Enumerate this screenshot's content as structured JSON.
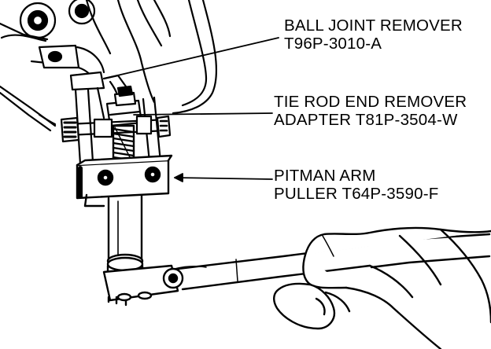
{
  "callouts": [
    {
      "line1": "BALL JOINT REMOVER",
      "line2": "T96P-3010-A"
    },
    {
      "line1": "TIE ROD END REMOVER",
      "line2": "ADAPTER T81P-3504-W"
    },
    {
      "line1": "PITMAN ARM",
      "line2": "PULLER T64P-3590-F"
    }
  ],
  "colors": {
    "ink": "#000000",
    "paper": "#ffffff"
  }
}
